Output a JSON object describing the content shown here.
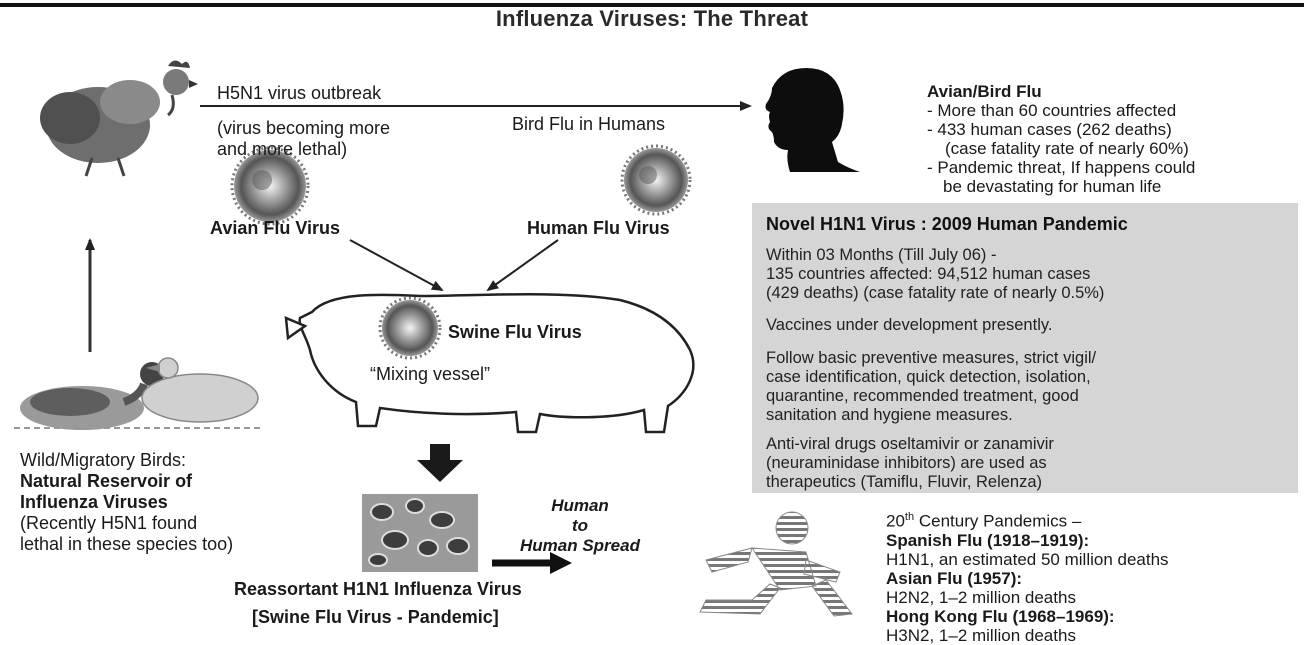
{
  "title": "Influenza Viruses: The Threat",
  "outbreak": {
    "label": "H5N1 virus outbreak",
    "note_lines": [
      "(virus becoming more",
      "and more lethal)"
    ],
    "humans_label": "Bird Flu in Humans"
  },
  "avian_box": {
    "heading": "Avian/Bird Flu",
    "lines": [
      "- More than 60 countries affected",
      "- 433 human cases (262 deaths)",
      "(case fatality rate of nearly 60%)",
      "- Pandemic threat, If happens could",
      "be devastating for human life"
    ]
  },
  "viruses": {
    "avian": "Avian Flu Virus",
    "human": "Human Flu Virus",
    "swine": "Swine Flu Virus",
    "mixing": "“Mixing vessel”"
  },
  "panel": {
    "title": "Novel H1N1 Virus : 2009 Human Pandemic",
    "p1": [
      "Within 03 Months (Till July 06) -",
      "135 countries affected: 94,512 human cases",
      "(429 deaths) (case fatality rate of nearly 0.5%)"
    ],
    "p2": [
      "Vaccines under development presently."
    ],
    "p3": [
      "Follow basic preventive measures, strict vigil/",
      "case identification, quick detection, isolation,",
      "quarantine, recommended treatment, good",
      "sanitation and hygiene measures."
    ],
    "p4": [
      "Anti-viral drugs oseltamivir or zanamivir",
      "(neuraminidase inhibitors) are used as",
      "therapeutics (Tamiflu, Fluvir, Relenza)"
    ]
  },
  "birds": {
    "line1": "Wild/Migratory Birds:",
    "bold_lines": [
      "Natural Reservoir of",
      "Influenza Viruses"
    ],
    "note_lines": [
      "(Recently H5N1 found",
      "lethal in these species too)"
    ]
  },
  "reassortant": {
    "line1": "Reassortant H1N1 Influenza Virus",
    "line2": "[Swine Flu Virus - Pandemic]"
  },
  "spread": {
    "lines": [
      "Human",
      "to",
      "Human Spread"
    ]
  },
  "pandemics": {
    "heading_prefix": "20",
    "heading_sup": "th",
    "heading_suffix": " Century Pandemics –",
    "items": [
      {
        "name": "Spanish Flu (1918–1919):",
        "detail": "H1N1, an estimated 50 million deaths"
      },
      {
        "name": "Asian Flu (1957):",
        "detail": "H2N2, 1–2 million deaths"
      },
      {
        "name": "Hong Kong Flu (1968–1969):",
        "detail": "H3N2, 1–2 million deaths"
      }
    ]
  },
  "icons": [
    "chicken-icon",
    "human-head-silhouette-icon",
    "virus-icon",
    "pig-icon",
    "ducks-icon",
    "virus-micrograph-icon",
    "running-person-icon"
  ],
  "colors": {
    "panel_bg": "#d5d5d5",
    "ink": "#1a1a1a"
  }
}
